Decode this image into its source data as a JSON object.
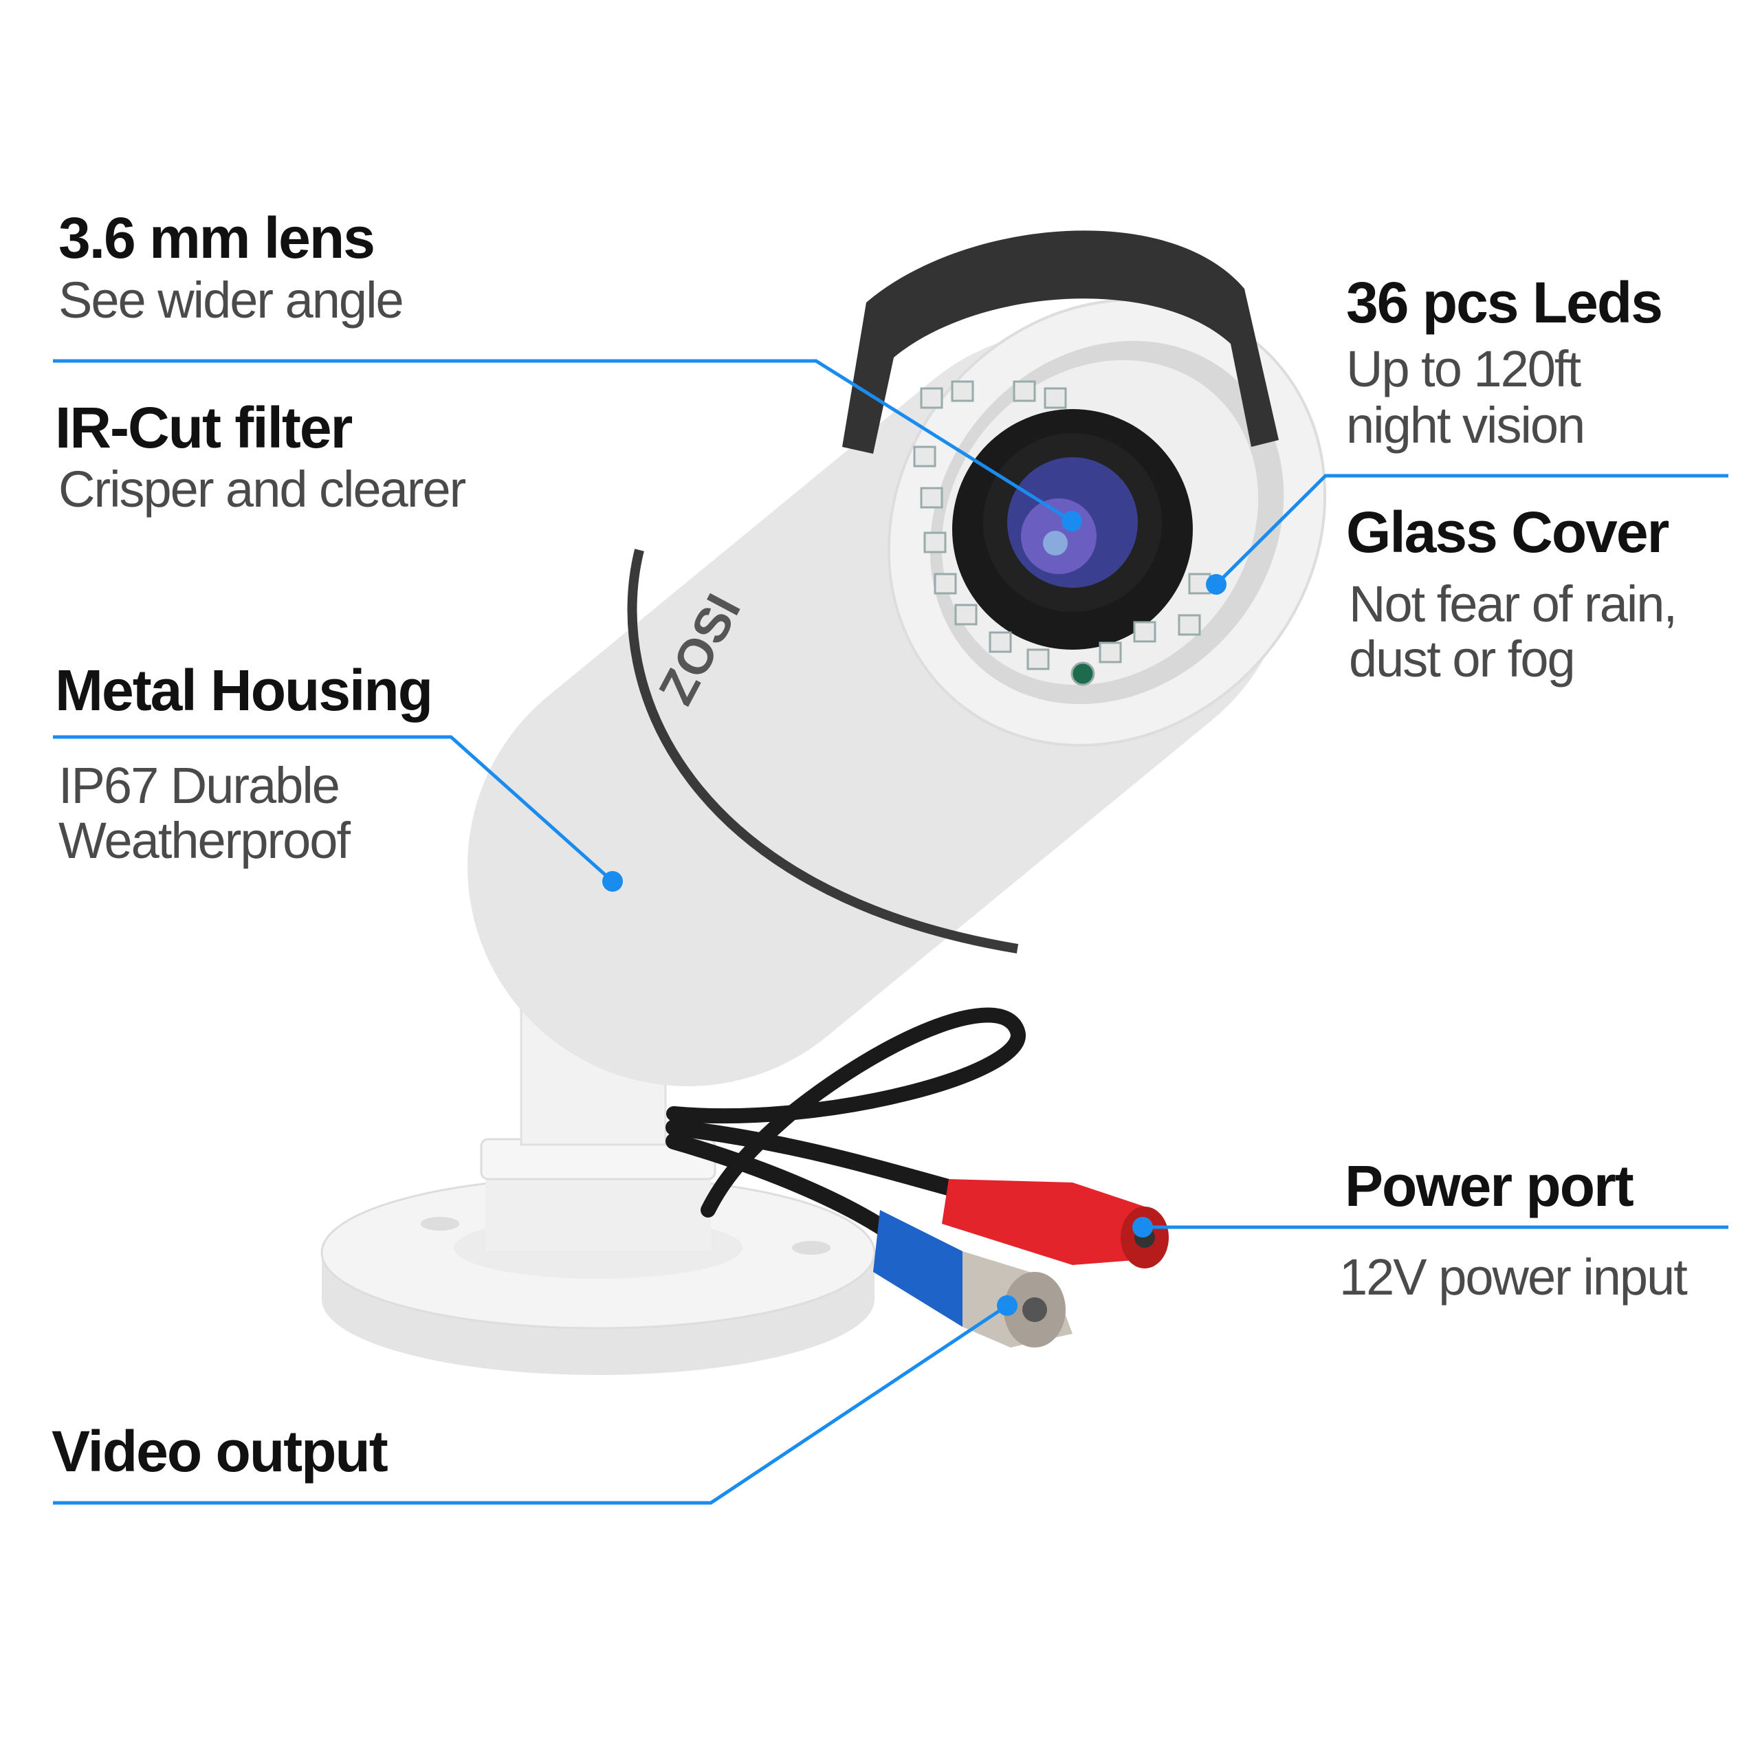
{
  "brand": "ZOSI",
  "accent_color": "#1a8cf0",
  "callouts": [
    {
      "title": "3.6 mm lens",
      "lines": [
        "See wider angle"
      ]
    },
    {
      "title": "IR-Cut filter",
      "lines": [
        "Crisper and clearer"
      ]
    },
    {
      "title": "Metal Housing",
      "lines": [
        "IP67 Durable",
        "Weatherproof"
      ]
    },
    {
      "title": "36 pcs Leds",
      "lines": [
        "Up to 120ft",
        "night vision"
      ]
    },
    {
      "title": "Glass Cover",
      "lines": [
        "Not fear of rain,",
        "dust or fog"
      ]
    },
    {
      "title": "Power port",
      "lines": [
        "12V power input"
      ]
    },
    {
      "title": "Video output",
      "lines": []
    }
  ]
}
